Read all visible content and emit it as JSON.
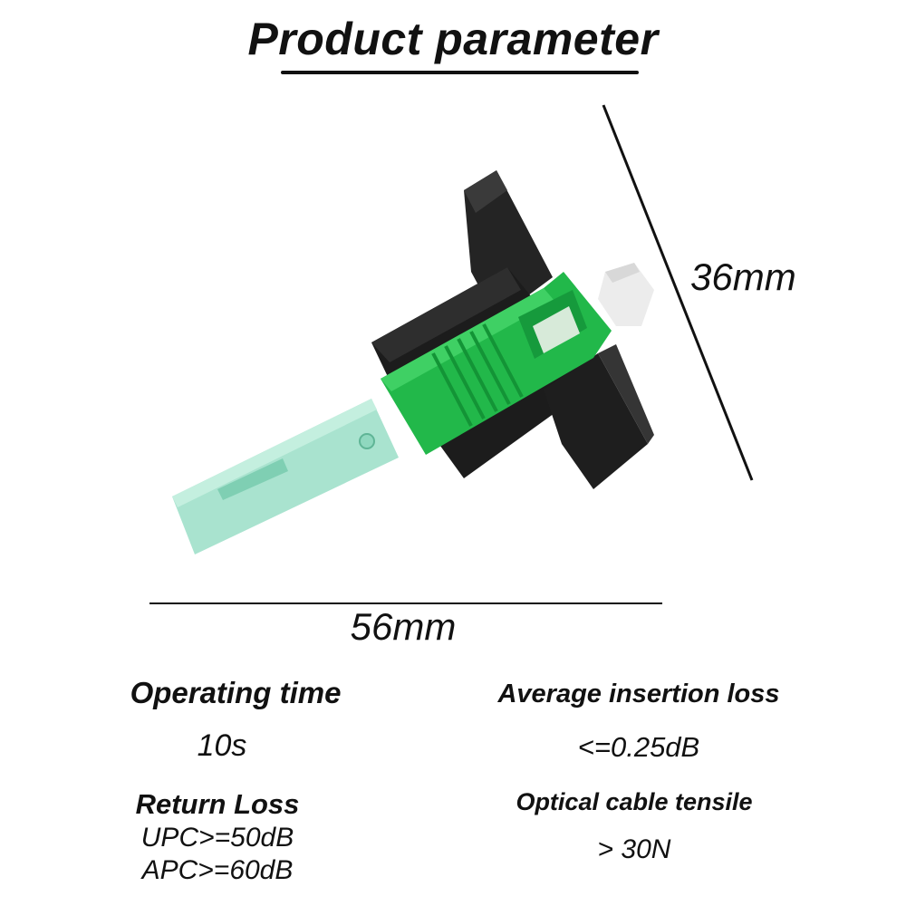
{
  "page": {
    "title": "Product parameter"
  },
  "dimensions": {
    "height_label": "36mm",
    "width_label": "56mm"
  },
  "parameters": [
    {
      "label": "Operating time",
      "value": "10s"
    },
    {
      "label": "Average insertion loss",
      "value": "<=0.25dB"
    },
    {
      "label": "Return Loss",
      "values": [
        "UPC>=50dB",
        "APC>=60dB"
      ]
    },
    {
      "label": "Optical cable tensile",
      "value": "> 30N"
    }
  ],
  "colors": {
    "text": "#111111",
    "background": "#ffffff",
    "housing_black": "#1c1c1c",
    "boot_green": "#1fb94a",
    "sleeve_mint": "#a9e3cf"
  },
  "icons": {
    "product": "sc-fast-connector-image"
  }
}
